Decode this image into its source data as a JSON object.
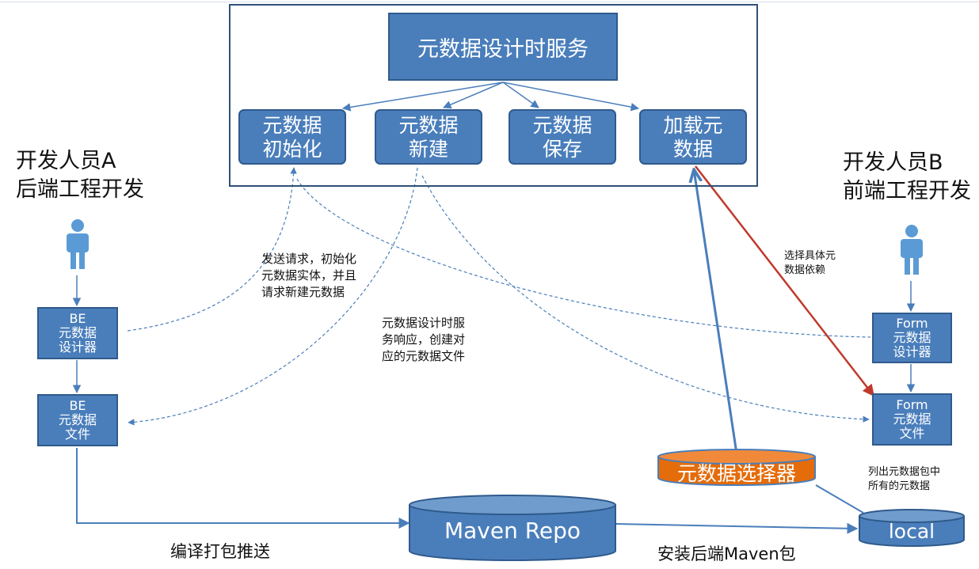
{
  "colors": {
    "box_fill": "#4a7ebb",
    "box_border": "#2f5a8c",
    "frame_border": "#2e5177",
    "link_line": "#4a7ebb",
    "selector_fill": "#e46c0a",
    "red_arrow": "#c0392b"
  },
  "service": {
    "title": "元数据设计时服务"
  },
  "functions": [
    {
      "label": "元数据\n初始化"
    },
    {
      "label": "元数据\n新建"
    },
    {
      "label": "元数据\n保存"
    },
    {
      "label": "加载元\n数据"
    }
  ],
  "developer_a": {
    "label": "开发人员A\n后端工程开发",
    "icon": "person-icon"
  },
  "developer_b": {
    "label": "开发人员B\n前端工程开发",
    "icon": "person-icon"
  },
  "be_designer": {
    "label": "BE\n元数据\n设计器"
  },
  "be_file": {
    "label": "BE\n元数据\n文件"
  },
  "form_designer": {
    "label": "Form\n元数据\n设计器"
  },
  "form_file": {
    "label": "Form\n元数据\n文件"
  },
  "notes": {
    "init_request": "发送请求，初始化\n元数据实体，并且\n请求新建元数据",
    "service_response": "元数据设计时服\n务响应，创建对\n应的元数据文件",
    "select_dependency": "选择具体元\n数据依赖",
    "list_packages": "列出元数据包中\n所有的元数据",
    "build_push": "编译打包推送",
    "install_maven": "安装后端Maven包"
  },
  "maven_repo": {
    "label": "Maven Repo"
  },
  "local_repo": {
    "label": "local"
  },
  "selector": {
    "label": "元数据选择器"
  }
}
